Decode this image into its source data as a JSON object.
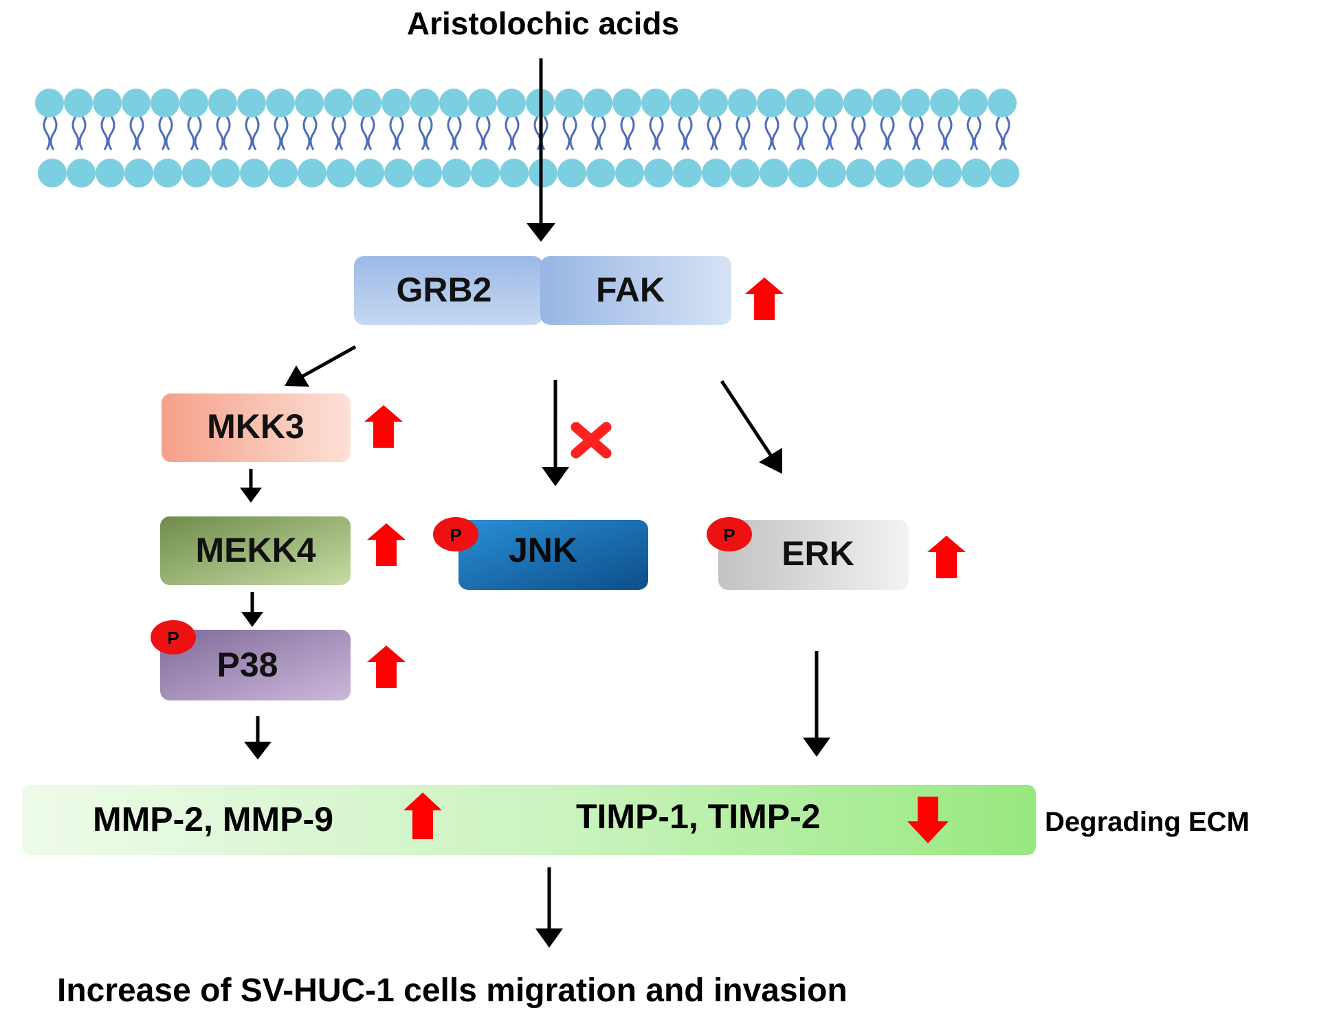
{
  "stimulus": {
    "label": "Aristolochic acids"
  },
  "complex": {
    "left_label": "GRB2",
    "right_label": "FAK",
    "change": "up"
  },
  "nodes": {
    "mkk3": {
      "label": "MKK3",
      "change": "up"
    },
    "mekk4": {
      "label": "MEKK4",
      "change": "up"
    },
    "p38": {
      "label": "P38",
      "change": "up",
      "phospho": "P"
    },
    "jnk": {
      "label": "JNK",
      "blocked": true,
      "phospho": "P"
    },
    "erk": {
      "label": "ERK",
      "change": "up",
      "phospho": "P"
    }
  },
  "ecm_bar": {
    "left_label": "MMP-2, MMP-9",
    "left_change": "up",
    "right_label": "TIMP-1, TIMP-2",
    "right_change": "down",
    "side_label": "Degrading ECM"
  },
  "outcome": {
    "label": "Increase of SV-HUC-1 cells migration and invasion"
  },
  "colors": {
    "membrane": "#7ccfe0",
    "membrane_tail": "#4f6db8",
    "arrow": "#000000",
    "up_down_arrow": "#ff0000",
    "block_mark": "#ff2020",
    "phospho_badge": "#ee1111",
    "grb2_fak": "#a9c3ea",
    "mkk3": "#f6a98f",
    "mekk4": "#7f9a5a",
    "p38": "#8f7aa6",
    "jnk": "#1a6fb3",
    "erk": "#c8c8c8",
    "ecm_bar": "#a9ec95"
  }
}
